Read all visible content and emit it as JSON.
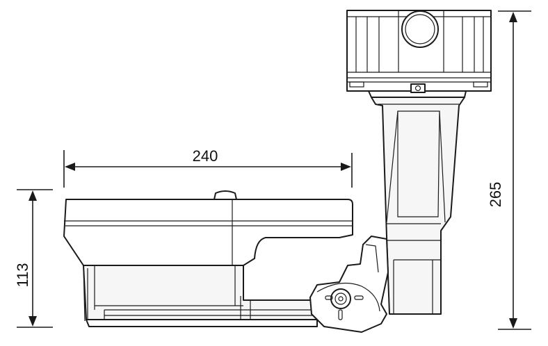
{
  "dimensions": {
    "width_label": "240",
    "height_label": "113",
    "total_height_label": "265"
  }
}
